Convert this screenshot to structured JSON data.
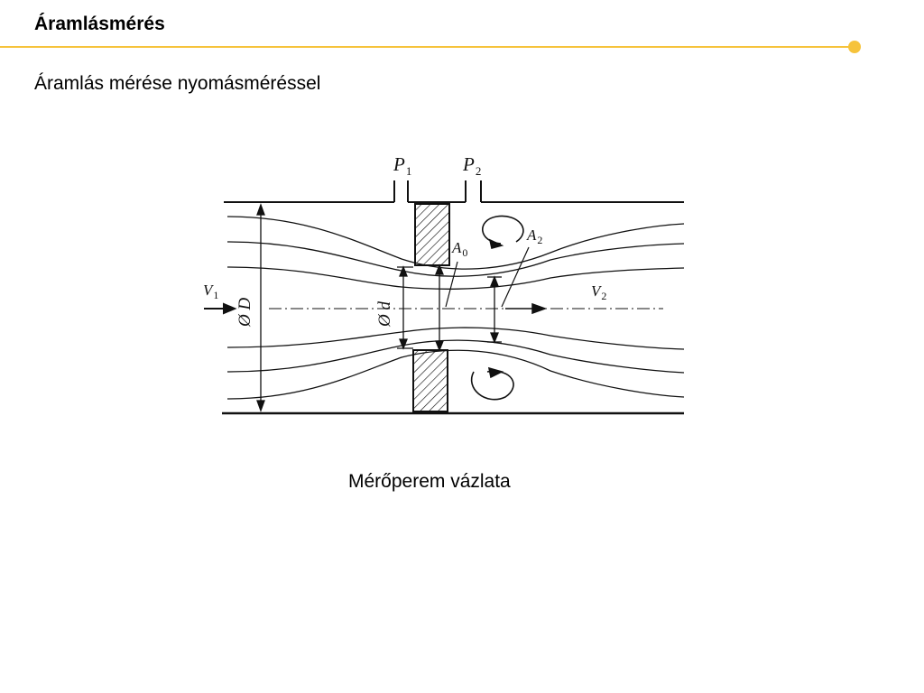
{
  "slide": {
    "title": "Áramlásmérés",
    "subtitle": "Áramlás mérése nyomásméréssel",
    "caption": "Mérőperem vázlata",
    "accent_color": "#f6c33b"
  },
  "diagram": {
    "labels": {
      "p1": "P",
      "p1_sub": "1",
      "p2": "P",
      "p2_sub": "2",
      "a0": "A",
      "a0_sub": "0",
      "a2": "A",
      "a2_sub": "2",
      "v1": "V",
      "v1_sub": "1",
      "v2": "V",
      "v2_sub": "2",
      "pipe_diameter": "Ø D",
      "orifice_diameter": "Ø d"
    }
  }
}
